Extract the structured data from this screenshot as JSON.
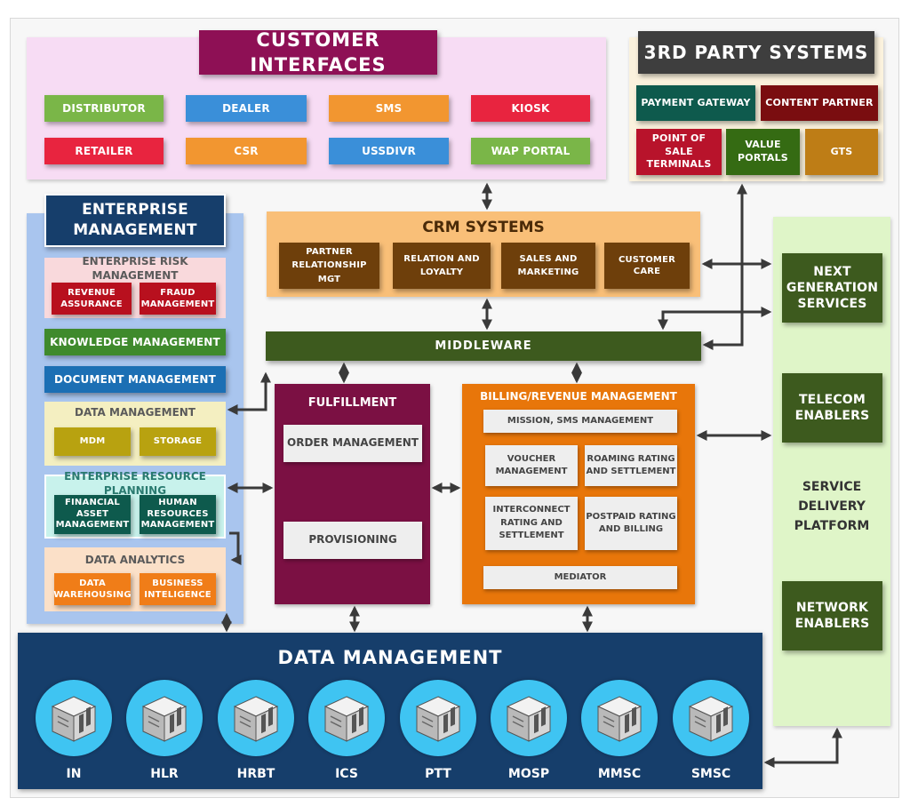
{
  "customer_interfaces": {
    "title": "CUSTOMER INTERFACES",
    "items": [
      "DISTRIBUTOR",
      "DEALER",
      "SMS",
      "KIOSK",
      "RETAILER",
      "CSR",
      "USSDIVR",
      "WAP PORTAL"
    ]
  },
  "third_party": {
    "title": "3RD PARTY SYSTEMS",
    "payment_gateway": "PAYMENT GATEWAY",
    "content_partner": "CONTENT PARTNER",
    "pos_line1": "POINT OF SALE",
    "pos_line2": "TERMINALS",
    "value_portals": "VALUE PORTALS",
    "gts": "GTS"
  },
  "enterprise": {
    "title_line1": "ENTERPRISE",
    "title_line2": "MANAGEMENT",
    "risk_title": "ENTERPRISE RISK MANAGEMENT",
    "revenue_line1": "REVENUE",
    "revenue_line2": "ASSURANCE",
    "fraud_line1": "FRAUD",
    "fraud_line2": "MANAGEMENT",
    "knowledge": "KNOWLEDGE MANAGEMENT",
    "document": "DOCUMENT MANAGEMENT",
    "data_mgmt_title": "DATA MANAGEMENT",
    "mdm": "MDM",
    "storage": "STORAGE",
    "erp_title": "ENTERPRISE RESOURCE PLANNING",
    "fam_line1": "FINANCIAL",
    "fam_line2": "ASSET",
    "fam_line3": "MANAGEMENT",
    "hrm_line1": "HUMAN",
    "hrm_line2": "RESOURCES",
    "hrm_line3": "MANAGEMENT",
    "analytics_title": "DATA ANALYTICS",
    "dw_line1": "DATA",
    "dw_line2": "WAREHOUSING",
    "bi_line1": "BUSINESS",
    "bi_line2": "INTELIGENCE"
  },
  "crm": {
    "title": "CRM SYSTEMS",
    "partner_line1": "PARTNER",
    "partner_line2": "RELATIONSHIP MGT",
    "relation_line1": "RELATION AND",
    "relation_line2": "LOYALTY",
    "sales_line1": "SALES AND",
    "sales_line2": "MARKETING",
    "customer_care": "CUSTOMER CARE"
  },
  "middleware": "MIDDLEWARE",
  "fulfillment": {
    "title": "FULFILLMENT",
    "order": "ORDER MANAGEMENT",
    "provisioning": "PROVISIONING"
  },
  "billing": {
    "title": "BILLING/REVENUE MANAGEMENT",
    "mission": "MISSION, SMS MANAGEMENT",
    "voucher_line1": "VOUCHER",
    "voucher_line2": "MANAGEMENT",
    "roaming_line1": "ROAMING RATING",
    "roaming_line2": "AND SETTLEMENT",
    "inter_line1": "INTERCONNECT",
    "inter_line2": "RATING AND",
    "inter_line3": "SETTLEMENT",
    "postpaid_line1": "POSTPAID RATING",
    "postpaid_line2": "AND BILLING",
    "mediator": "MEDIATOR"
  },
  "sdp": {
    "ngs_line1": "NEXT",
    "ngs_line2": "GENERATION",
    "ngs_line3": "SERVICES",
    "te_line1": "TELECOM",
    "te_line2": "ENABLERS",
    "platform_line1": "SERVICE",
    "platform_line2": "DELIVERY",
    "platform_line3": "PLATFORM",
    "ne_line1": "NETWORK",
    "ne_line2": "ENABLERS"
  },
  "data_management": {
    "title": "DATA MANAGEMENT",
    "servers": [
      "IN",
      "HLR",
      "HRBT",
      "ICS",
      "PTT",
      "MOSP",
      "MMSC",
      "SMSC"
    ]
  },
  "colors": {
    "green_item": "#7ab648",
    "blue_item": "#3a8fd9",
    "orange_item": "#f29630",
    "red_item": "#e8243f",
    "crm_brown": "#6e3f0b",
    "dark_green": "#3d5a1e",
    "maroon": "#7b1043",
    "billing_orange": "#e8760a",
    "navy": "#163e6b",
    "server_blue": "#3fc4f2"
  }
}
